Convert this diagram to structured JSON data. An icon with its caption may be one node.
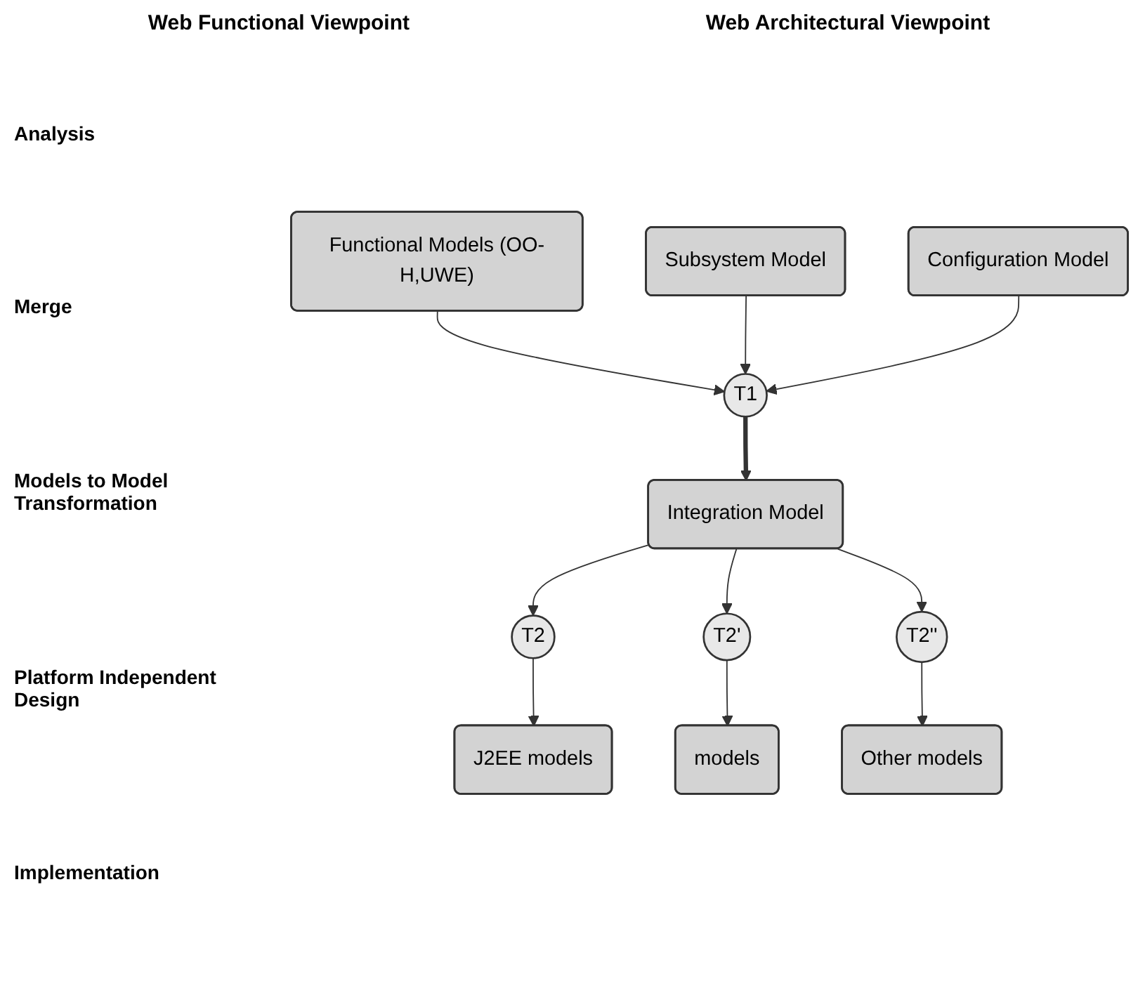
{
  "diagram": {
    "nodes": [
      {
        "text": [
          "Functional Models (OO-H,UWE)"
        ]
      },
      {
        "text": [
          "Subsystem Model"
        ]
      },
      {
        "text": [
          "Configuration Model"
        ]
      },
      {
        "text": [
          "T1"
        ]
      },
      {
        "text": [
          "Integration Model"
        ]
      },
      {
        "text": [
          "T2"
        ]
      },
      {
        "text": [
          "T2'"
        ]
      },
      {
        "text": [
          "T2''"
        ]
      },
      {
        "text": [
          "J2EE models"
        ]
      },
      {
        "text": [
          "models"
        ]
      },
      {
        "text": [
          "Other models"
        ]
      }
    ],
    "edges": [
      {
        "from": 0,
        "to": 3,
        "arrow": "to"
      },
      {
        "from": 1,
        "to": 3,
        "arrow": "to"
      },
      {
        "from": 2,
        "to": 3,
        "arrow": "to"
      },
      {
        "from": 3,
        "to": 4,
        "arrow": "to",
        "style": "thick"
      },
      {
        "from": 4,
        "to": 5,
        "arrow": "to"
      },
      {
        "from": 4,
        "to": 6,
        "arrow": "to"
      },
      {
        "from": 4,
        "to": 7,
        "arrow": "to"
      },
      {
        "from": 5,
        "to": 8,
        "arrow": "to"
      },
      {
        "from": 6,
        "to": 9,
        "arrow": "to"
      },
      {
        "from": 7,
        "to": 10,
        "arrow": "to"
      }
    ],
    "labels": [
      "Web Functional Viewpoint",
      "Web Architectural Viewpoint",
      "Analysis",
      "Merge",
      "Models to Model Transformation",
      "Platform Independent Design",
      "Implementation"
    ]
  }
}
